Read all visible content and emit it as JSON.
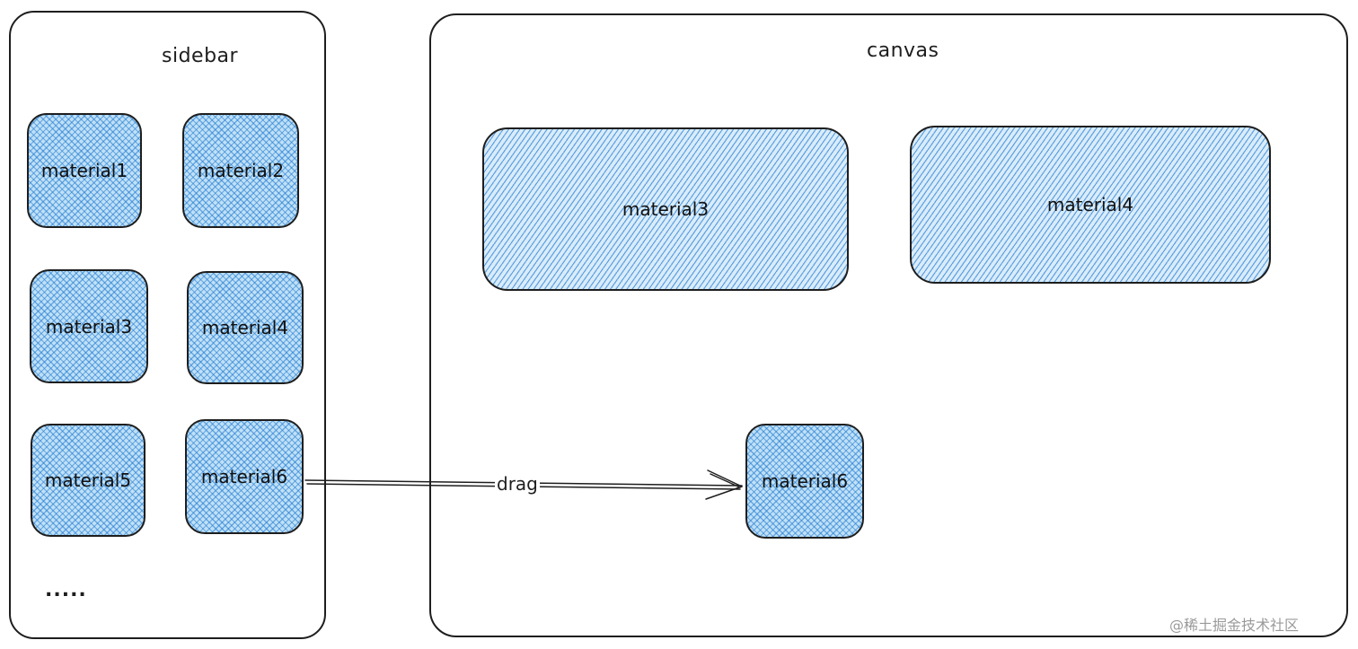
{
  "sidebar": {
    "title": "sidebar",
    "materials": [
      "material1",
      "material2",
      "material3",
      "material4",
      "material5",
      "material6"
    ],
    "more": "....."
  },
  "canvas": {
    "title": "canvas",
    "placed": [
      "material3",
      "material4",
      "material6"
    ]
  },
  "edge": {
    "label": "drag"
  },
  "watermark": "@稀土掘金技术社区",
  "colors": {
    "tile_fill": "#a5d0f0",
    "hatch": "#1e78d2",
    "stroke": "#1e1e1e"
  }
}
